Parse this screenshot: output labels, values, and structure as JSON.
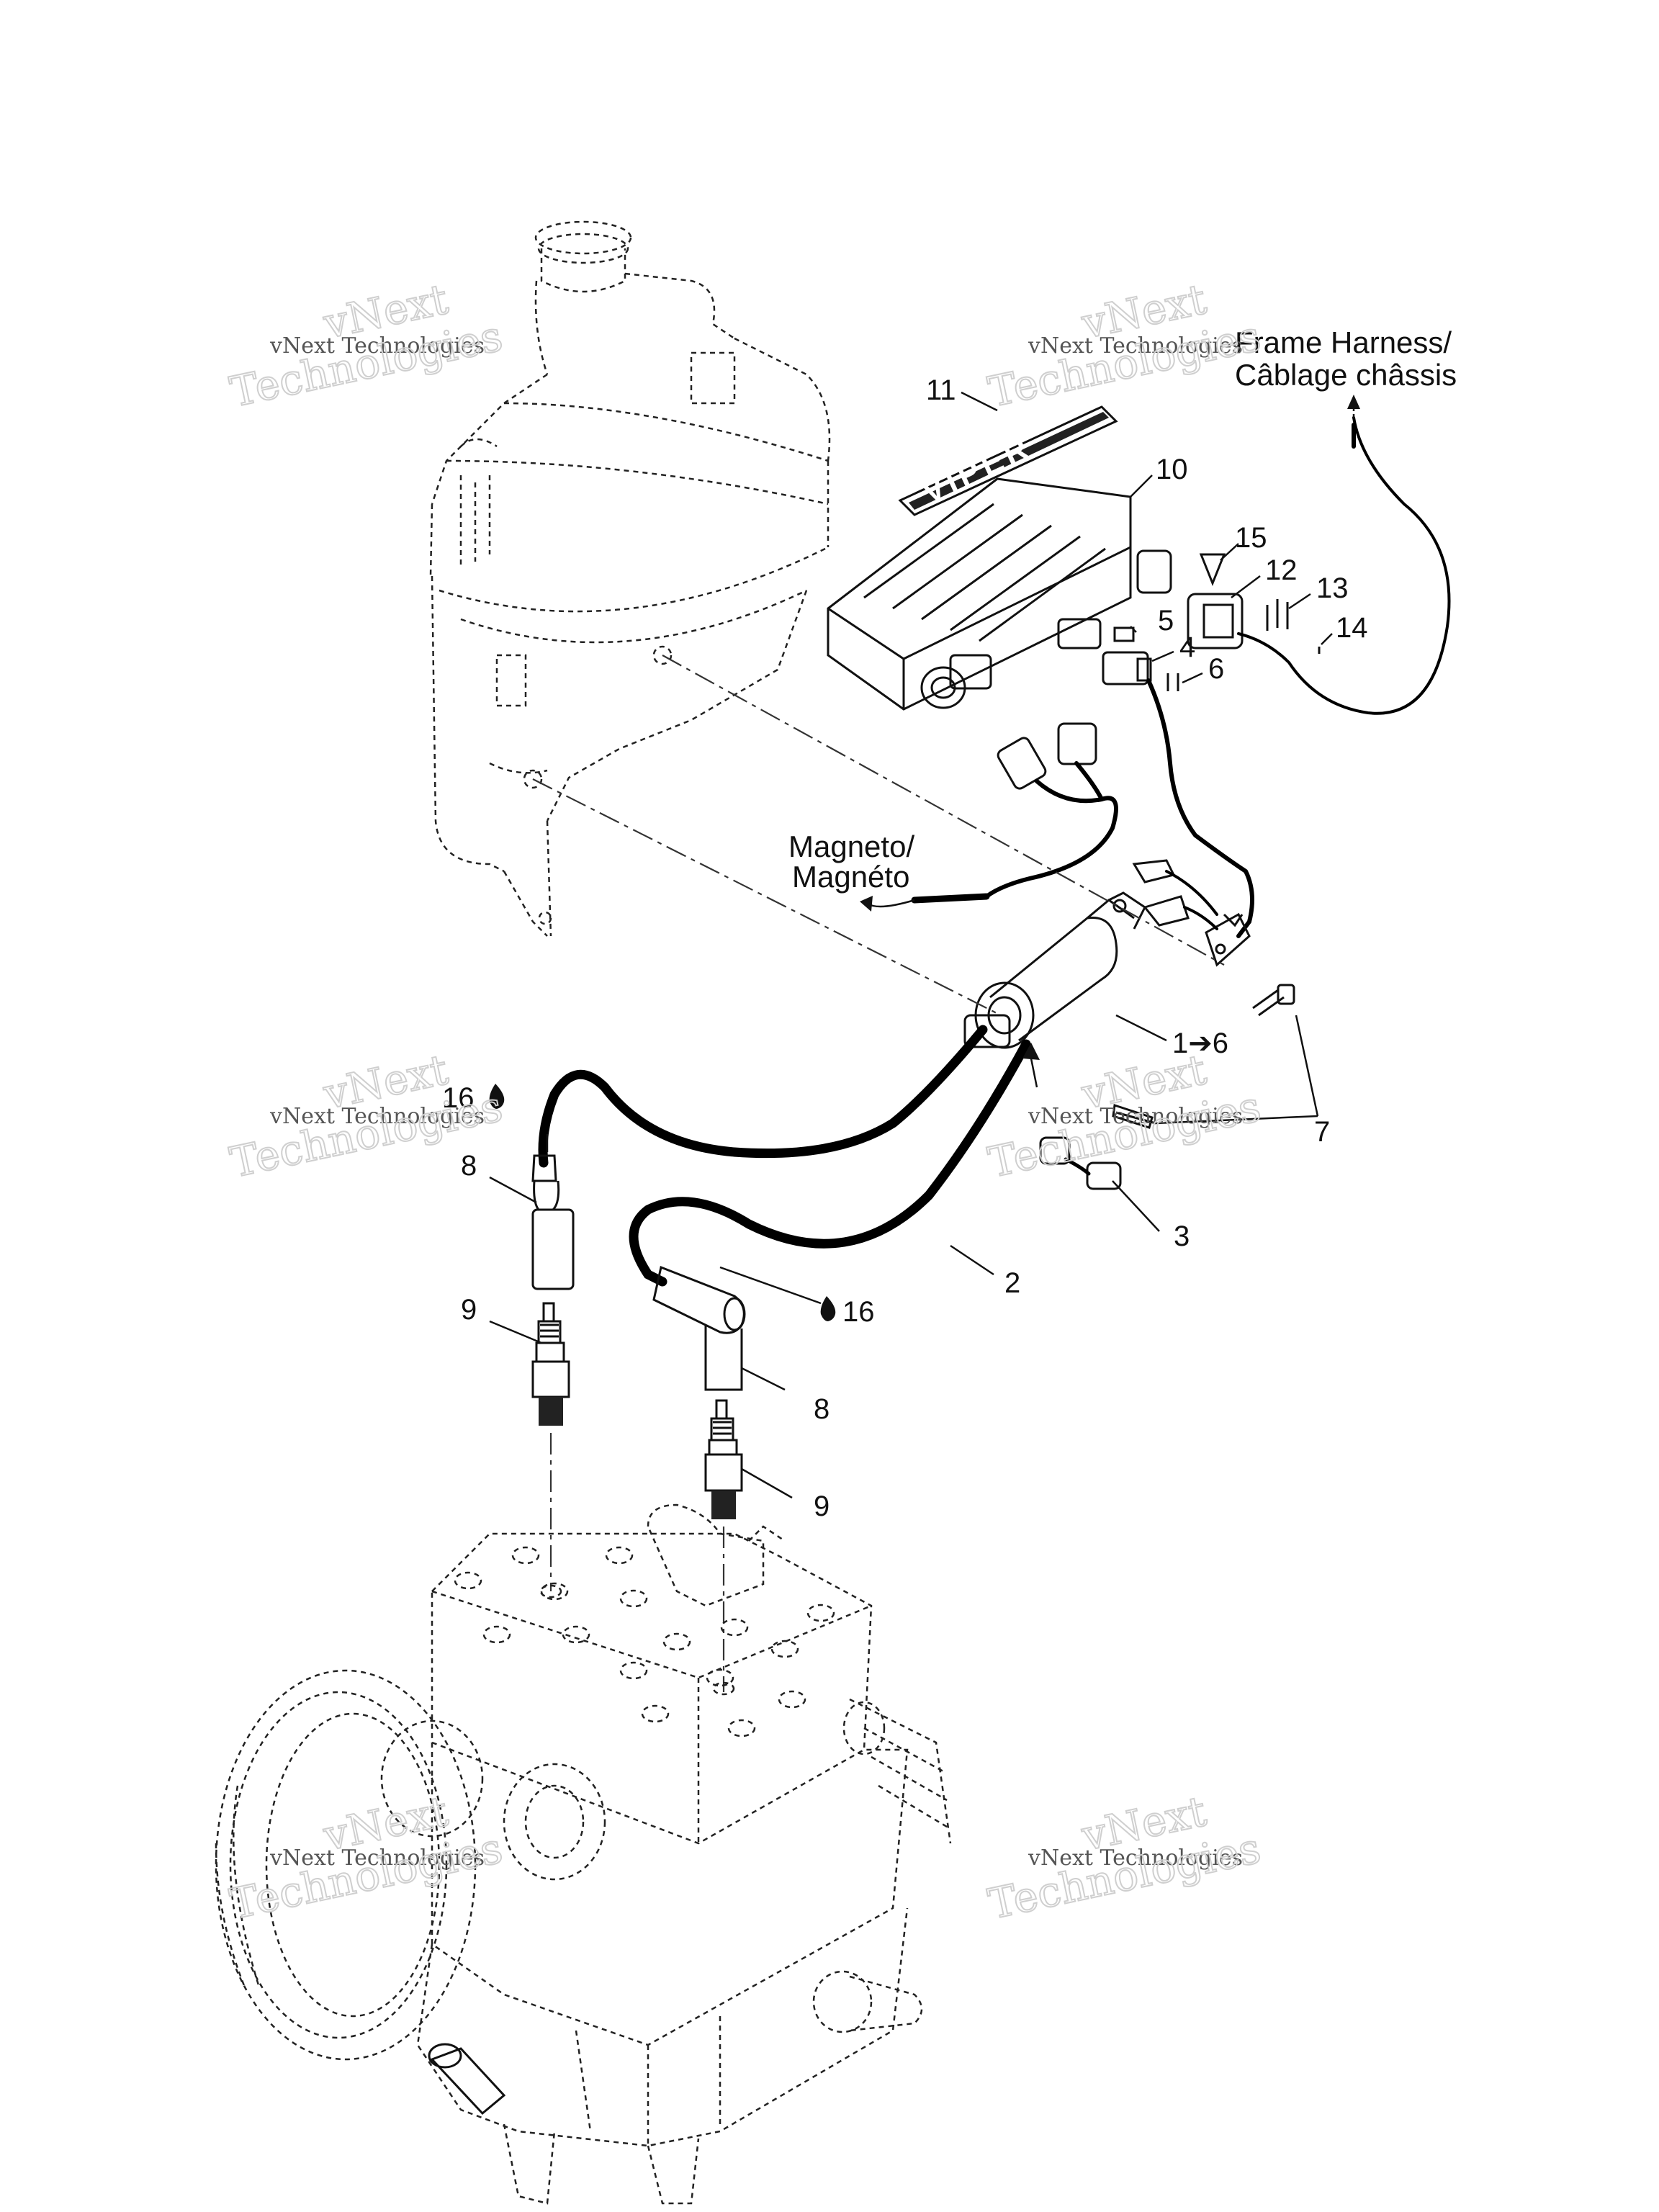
{
  "labels": {
    "l1": "1➔6",
    "l2": "2",
    "l3": "3",
    "l4": "4",
    "l5": "5",
    "l6": "6",
    "l7": "7",
    "l8a": "8",
    "l8b": "8",
    "l9a": "9",
    "l9b": "9",
    "l10": "10",
    "l11": "11",
    "l12": "12",
    "l13": "13",
    "l14": "14",
    "l15": "15",
    "l16a": "16",
    "l16b": "16"
  },
  "callouts": {
    "frame_line1": "Frame Harness/",
    "frame_line2": "Câblage châssis",
    "magneto_line1": "Magneto/",
    "magneto_line2": "Magnéto"
  },
  "decal_text": "VIPER",
  "watermark": {
    "line1": "vNext Technologies",
    "line2": "vNext",
    "line3": "Technologies"
  }
}
